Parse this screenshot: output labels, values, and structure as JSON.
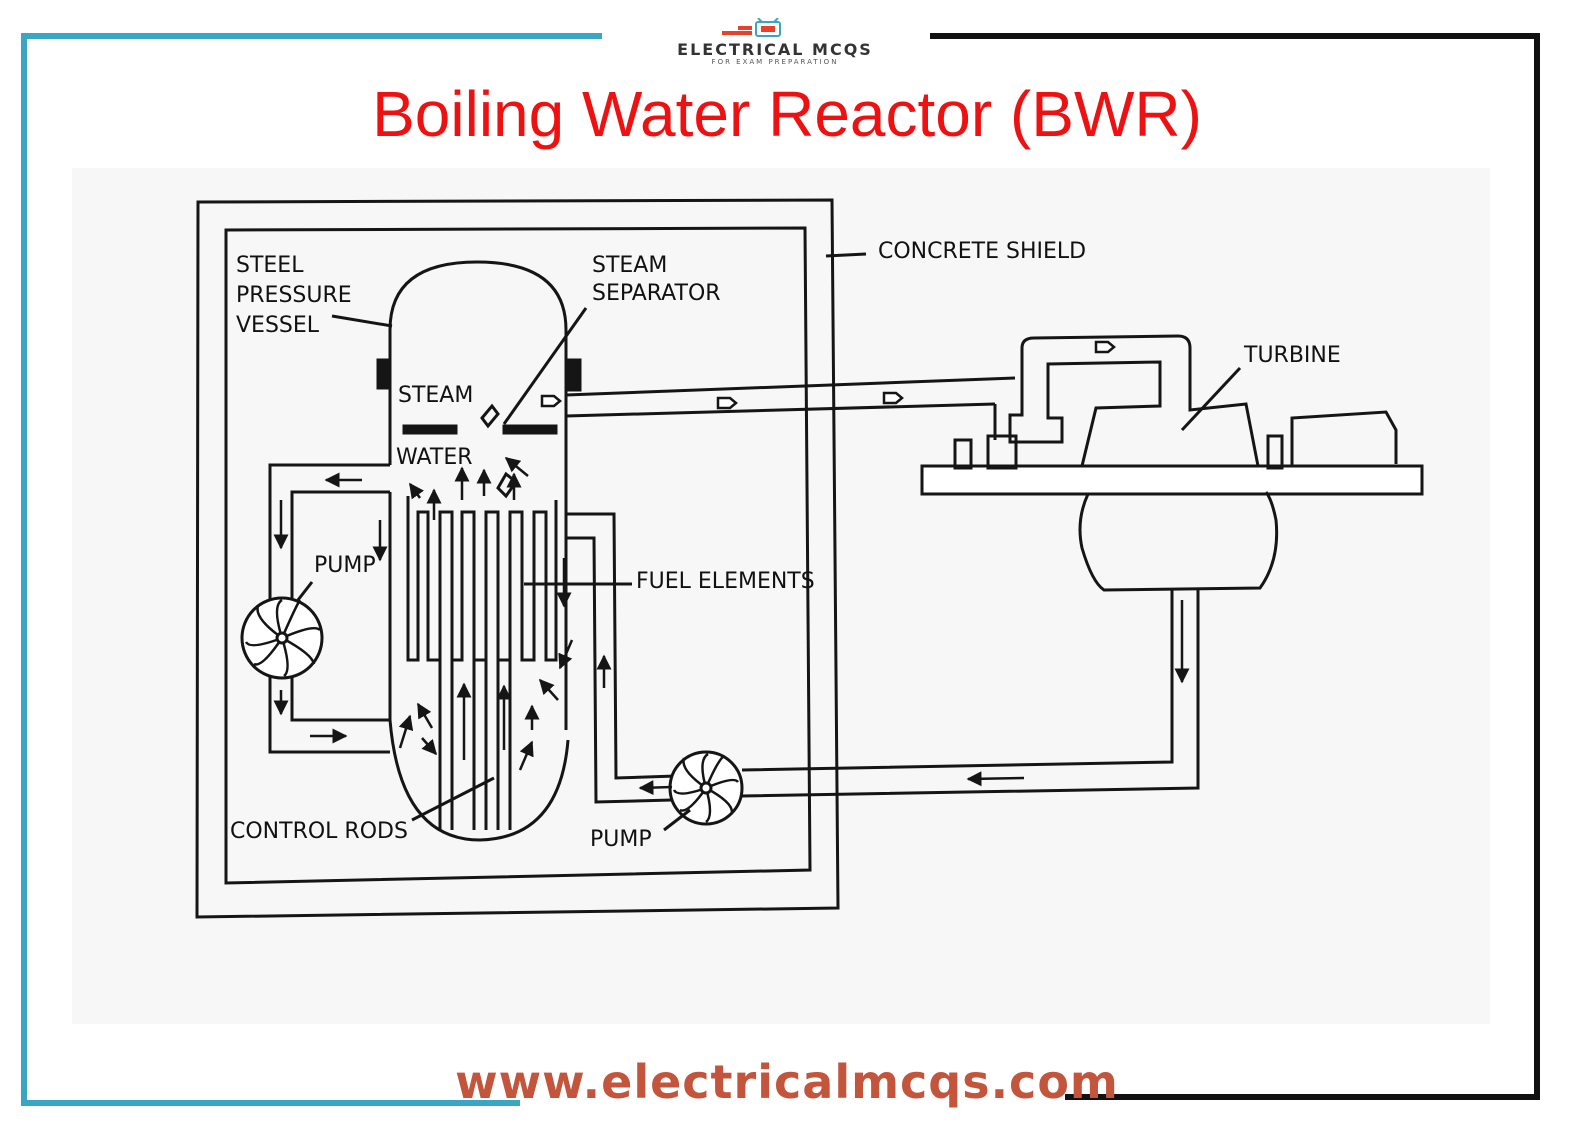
{
  "title": "Boiling Water Reactor (BWR)",
  "logo": {
    "name": "ELECTRICAL MCQS",
    "tagline": "FOR EXAM PREPARATION"
  },
  "footer_url": "www.electricalmcqs.com",
  "labels": {
    "steel_pressure_vessel": [
      "STEEL",
      "PRESSURE",
      "VESSEL"
    ],
    "steam_separator": [
      "STEAM",
      "SEPARATOR"
    ],
    "concrete_shield": "CONCRETE SHIELD",
    "turbine": "TURBINE",
    "steam": "STEAM",
    "water": "WATER",
    "pump_left": "PUMP",
    "fuel_elements": "FUEL ELEMENTS",
    "control_rods": "CONTROL RODS",
    "pump_bottom": "PUMP"
  },
  "colors": {
    "title": "#ee1111",
    "frame_left": "#3aa6c4",
    "frame_right": "#111111",
    "ink": "#151515",
    "footer": "#c2553c",
    "logo_accent": "#e8402a"
  }
}
